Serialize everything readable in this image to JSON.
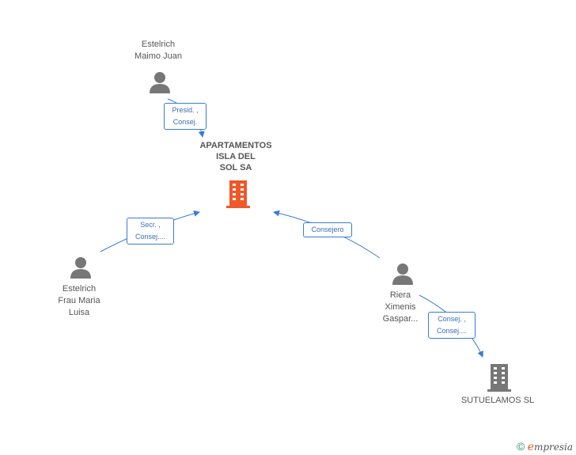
{
  "nodes": {
    "maimo": {
      "name": "Estelrich\nMaimo Juan"
    },
    "frau": {
      "name": "Estelrich\nFrau Maria\nLuisa"
    },
    "riera": {
      "name": "Riera\nXimenis\nGaspar..."
    },
    "apartamentos": {
      "name": "APARTAMENTOS\nISLA DEL\nSOL SA"
    },
    "sutuelamos": {
      "name": "SUTUELAMOS SL"
    }
  },
  "edges": {
    "maimo_apart": {
      "label": "Presid. ,\nConsej."
    },
    "frau_apart": {
      "label": "Secr. ,\nConsej...."
    },
    "riera_apart": {
      "label": "Consejero"
    },
    "riera_sutu": {
      "label": "Consej. ,\nConsej...."
    }
  },
  "colors": {
    "edge": "#3a7bd5",
    "person": "#777777",
    "main_company": "#f0582a",
    "company": "#777777"
  },
  "brand": {
    "copyright": "©",
    "e": "e",
    "rest": "mpresia"
  }
}
